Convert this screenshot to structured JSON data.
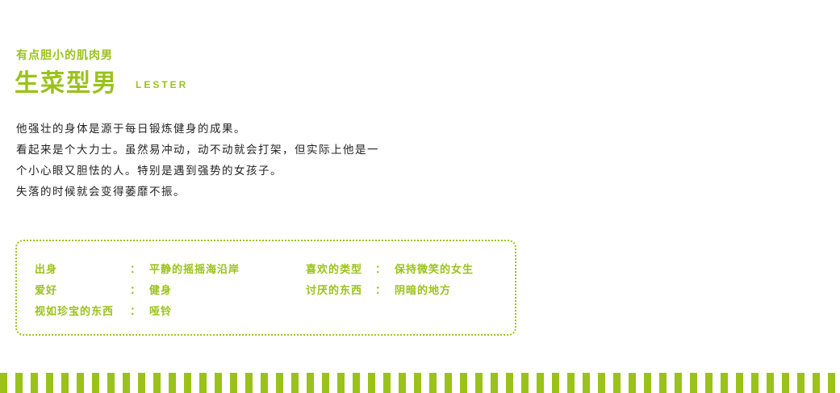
{
  "header": {
    "subtitle": "有点胆小的肌肉男",
    "title": "生菜型男",
    "title_en": "LESTER"
  },
  "description": [
    "他强壮的身体是源于每日锻炼健身的成果。",
    "看起来是个大力士。虽然易冲动，动不动就会打架，但实际上他是一",
    "个小心眼又胆怯的人。特别是遇到强势的女孩子。",
    "失落的时候就会变得萎靡不振。"
  ],
  "profile": {
    "birthplace_label": "出身",
    "birthplace_value": "平静的摇摇海沿岸",
    "hobby_label": "爱好",
    "hobby_value": "健身",
    "treasure_label": "视如珍宝的东西",
    "treasure_value": "哑铃",
    "likes_label": "喜欢的类型",
    "likes_value": "保持微笑的女生",
    "dislikes_label": "讨厌的东西",
    "dislikes_value": "阴暗的地方",
    "colon": "："
  },
  "colors": {
    "accent": "#9ac21a",
    "text": "#222222",
    "background": "#ffffff"
  }
}
